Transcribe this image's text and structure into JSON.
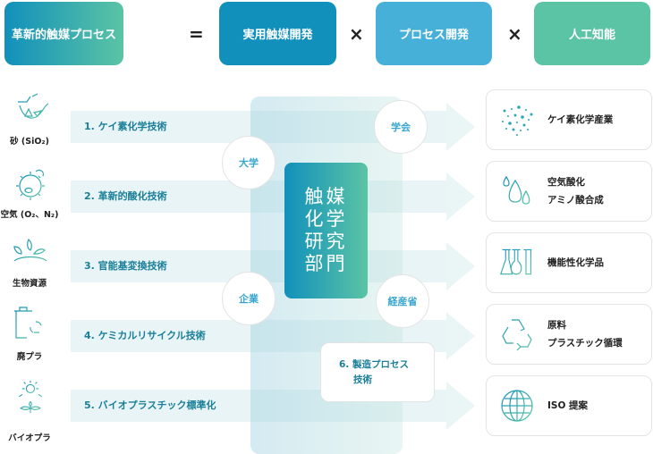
{
  "header": {
    "main": "革新的触媒プロセス",
    "equals": "=",
    "times": "×",
    "factors": [
      "実用触媒開発",
      "プロセス開発",
      "人工知能"
    ]
  },
  "sources": [
    "砂 (SiO₂)",
    "空気 (O₂、N₂)",
    "生物資源",
    "廃プラ",
    "バイオプラ"
  ],
  "technologies": [
    "1. ケイ素化学技術",
    "2. 革新的酸化技術",
    "3. 官能基変換技術",
    "4. ケミカルリサイクル技術",
    "5. バイオプラスチック標準化"
  ],
  "center": {
    "lines": [
      "触媒",
      "化学",
      "研究",
      "部門"
    ]
  },
  "partners": [
    "大学",
    "企業",
    "学会",
    "経産省"
  ],
  "tech6": {
    "line1": "6. 製造プロセス",
    "line2": "技術"
  },
  "outcomes": [
    {
      "lines": [
        "ケイ素化学産業"
      ],
      "icon": "particles-icon"
    },
    {
      "lines": [
        "空気酸化",
        "アミノ酸合成"
      ],
      "icon": "droplets-icon"
    },
    {
      "lines": [
        "機能性化学品"
      ],
      "icon": "flasks-icon"
    },
    {
      "lines": [
        "原料",
        "プラスチック循環"
      ],
      "icon": "recycle-icon"
    },
    {
      "lines": [
        "ISO 提案"
      ],
      "icon": "globe-icon"
    }
  ],
  "colors": {
    "teal_dark": "#1190bb",
    "teal_light": "#47b0d8",
    "green": "#5bc4a5",
    "text_teal": "#1a7f99"
  }
}
